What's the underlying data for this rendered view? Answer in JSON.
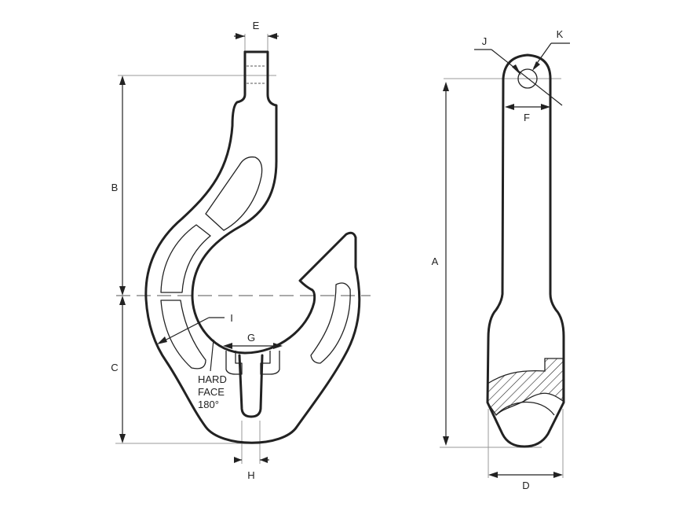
{
  "labels": {
    "A": "A",
    "B": "B",
    "C": "C",
    "D": "D",
    "E": "E",
    "F": "F",
    "G": "G",
    "H": "H",
    "I": "I",
    "J": "J",
    "K": "K"
  },
  "note": {
    "line1": "HARD",
    "line2": "FACE",
    "line3": "180°"
  },
  "colors": {
    "ink": "#222222",
    "extension": "#999999",
    "background": "#ffffff"
  }
}
